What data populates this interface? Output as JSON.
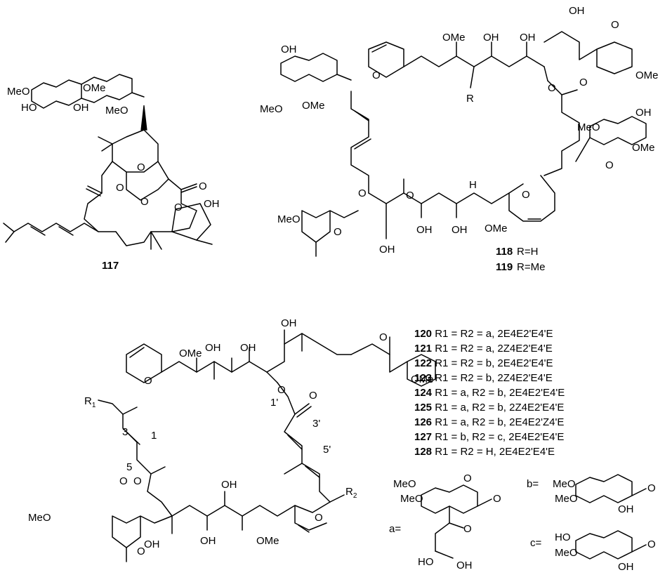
{
  "compounds": {
    "c117": {
      "number": "117"
    },
    "c118": {
      "number": "118",
      "r_text": "R=H"
    },
    "c119": {
      "number": "119",
      "r_text": "R=Me"
    },
    "top_R_label": "R"
  },
  "atom_labels": {
    "OH": "OH",
    "OMe": "OMe",
    "MeO": "MeO",
    "O": "O",
    "H": "H",
    "HO": "HO",
    "Me": "Me"
  },
  "lower": {
    "R1_label": "R",
    "R1_sub": "1",
    "R2_label": "R",
    "R2_sub": "2",
    "pos_5": "5",
    "pos_3": "3",
    "pos_1": "1",
    "pos_1p": "1'",
    "pos_3p": "3'",
    "pos_5p": "5'"
  },
  "legend": [
    {
      "num": "120",
      "text": "R1 = R2 = a, 2E4E2'E4'E"
    },
    {
      "num": "121",
      "text": "R1 = R2 = a, 2Z4E2'E4'E"
    },
    {
      "num": "122",
      "text": "R1 = R2 = b, 2E4E2'E4'E"
    },
    {
      "num": "123",
      "text": "R1 = R2 = b, 2Z4E2'E4'E"
    },
    {
      "num": "124",
      "text": "R1 = a, R2 = b, 2E4E2'E4'E"
    },
    {
      "num": "125",
      "text": "R1 = a, R2 = b, 2Z4E2'E4'E"
    },
    {
      "num": "126",
      "text": "R1 = a, R2 = b, 2E4E2'Z4'E"
    },
    {
      "num": "127",
      "text": "R1 = b, R2 = c, 2E4E2'E4'E"
    },
    {
      "num": "128",
      "text": "R1 = R2 = H, 2E4E2'E4'E"
    }
  ],
  "sugars": {
    "a_label": "a=",
    "b_label": "b=",
    "c_label": "c="
  }
}
